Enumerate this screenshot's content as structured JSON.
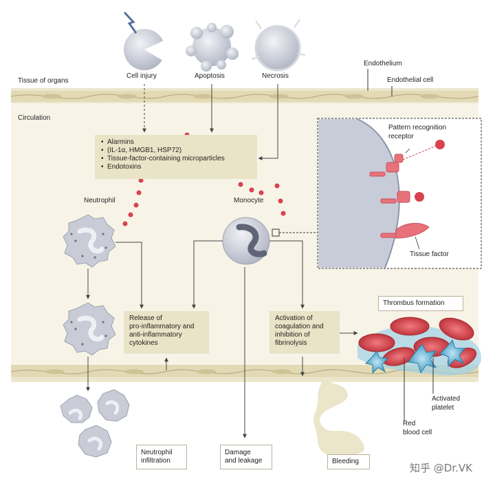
{
  "labels": {
    "tissue_of_organs": "Tissue of organs",
    "circulation": "Circulation",
    "cell_injury": "Cell injury",
    "apoptosis": "Apoptosis",
    "necrosis": "Necrosis",
    "endothelium": "Endothelium",
    "endothelial_cell": "Endothelial cell",
    "neutrophil": "Neutrophil",
    "monocyte": "Monocyte",
    "pattern_recognition_receptor_line1": "Pattern recognition",
    "pattern_recognition_receptor_line2": "receptor",
    "tissue_factor": "Tissue factor",
    "thrombus_formation": "Thrombus formation",
    "activated_platelet_line1": "Activated",
    "activated_platelet_line2": "platelet",
    "red_blood_cell_line1": "Red",
    "red_blood_cell_line2": "blood cell",
    "bleeding": "Bleeding"
  },
  "dampbox": {
    "items": [
      "Alarmins",
      "(IL-1α, HMGB1, HSP72)",
      "Tissue-factor-containing microparticles",
      "Endotoxins"
    ]
  },
  "cytokine_box": {
    "line1": "Release of",
    "line2": "pro-inflammatory and",
    "line3": "anti-inflammatory",
    "line4": "cytokines"
  },
  "coag_box": {
    "line1": "Activation of",
    "line2": "coagulation and",
    "line3": "inhibition of",
    "line4": "fibrinolysis"
  },
  "outcomes": {
    "neutrophil_infiltration_line1": "Neutrophil",
    "neutrophil_infiltration_line2": "infiltration",
    "damage_line1": "Damage",
    "damage_line2": "and leakage"
  },
  "watermark": "知乎 @Dr.VK",
  "colors": {
    "tissue_band": "#ece6cd",
    "text_box": "#e9e3c7",
    "particle_red": "#d9424e",
    "cell_grey": "#c8ccd6",
    "rbc_red": "#d83b43",
    "platelet_blue": "#3aa3cc",
    "endothelium_tan": "#e7dfbf"
  }
}
